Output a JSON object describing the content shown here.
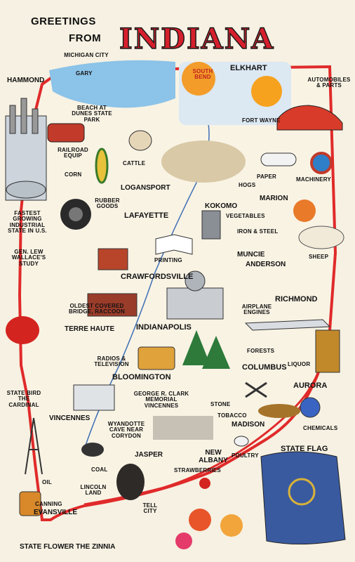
{
  "title": {
    "greeting": "GREETINGS",
    "from": "FROM",
    "state": "INDIANA"
  },
  "cities": {
    "michigan_city": "MICHIGAN CITY",
    "hammond": "HAMMOND",
    "gary": "GARY",
    "south_bend": "SOUTH BEND",
    "elkhart": "ELKHART",
    "fort_wayne": "FORT WAYNE",
    "logansport": "LOGANSPORT",
    "kokomo": "KOKOMO",
    "marion": "MARION",
    "lafayette": "LAFAYETTE",
    "muncie": "MUNCIE",
    "anderson": "ANDERSON",
    "crawfordsville": "CRAWFORDSVILLE",
    "richmond": "RICHMOND",
    "indianapolis": "INDIANAPOLIS",
    "terre_haute": "TERRE HAUTE",
    "columbus": "COLUMBUS",
    "bloomington": "BLOOMINGTON",
    "aurora": "AURORA",
    "vincennes": "VINCENNES",
    "madison": "MADISON",
    "jasper": "JASPER",
    "new_albany": "NEW ALBANY",
    "evansville": "EVANSVILLE",
    "tell_city": "TELL CITY"
  },
  "features": {
    "beach": "BEACH AT DUNES STATE PARK",
    "automobiles": "AUTOMOBILES & PARTS",
    "railroad": "RAILROAD EQUIP",
    "cattle": "CATTLE",
    "corn": "CORN",
    "paper": "PAPER",
    "hogs": "HOGS",
    "machinery": "MACHINERY",
    "rubber": "RUBBER GOODS",
    "vegetables": "VEGETABLES",
    "iron_steel": "IRON & STEEL",
    "industrial": "FASTEST GROWING INDUSTRIAL STATE IN U.S.",
    "study": "GEN. LEW WALLACE'S STUDY",
    "printing": "PRINTING",
    "sheep": "SHEEP",
    "bridge": "OLDEST COVERED BRIDGE, RACCOON",
    "airplane": "AIRPLANE ENGINES",
    "radios": "RADIOS & TELEVISION",
    "forests": "FORESTS",
    "liquor": "LIQUOR",
    "state_bird": "STATE BIRD THE CARDINAL",
    "clark": "GEORGE R. CLARK MEMORIAL VINCENNES",
    "stone": "STONE",
    "tobacco": "TOBACCO",
    "chemicals": "CHEMICALS",
    "wyandotte": "WYANDOTTE CAVE NEAR CORYDON",
    "poultry": "POULTRY",
    "state_flag": "STATE FLAG",
    "oil": "OIL",
    "coal": "COAL",
    "strawberries": "STRAWBERRIES",
    "lincoln": "LINCOLN LAND",
    "canning": "CANNING",
    "state_flower": "STATE FLOWER THE ZINNIA"
  },
  "colors": {
    "background": "#f6f1e2",
    "title_red": "#d61f2c",
    "border_red": "#e02a2a",
    "river_blue": "#3d6fb5",
    "flag_blue": "#3a5aa0",
    "flag_gold": "#d8b23a"
  }
}
